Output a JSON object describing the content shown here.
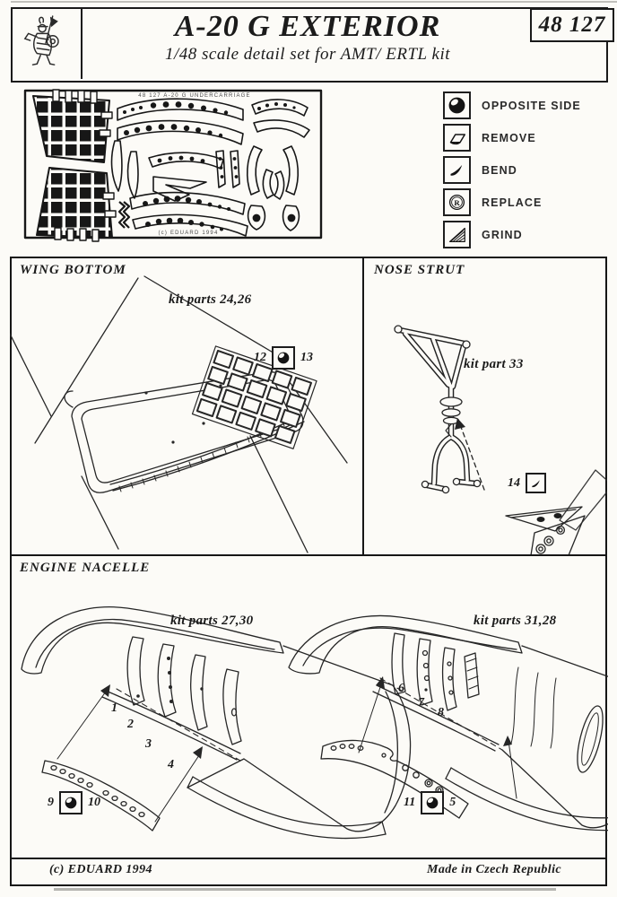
{
  "header": {
    "title": "A-20 G EXTERIOR",
    "subtitle": "1/48 scale detail set for AMT/ ERTL kit",
    "set_number": "48 127",
    "logo": "eduard-knight-logo"
  },
  "fret": {
    "etched_top": "48 127  A-20 G  UNDERCARRIAGE",
    "etched_bottom": "(c) EDUARD 1994"
  },
  "legend": {
    "items": [
      {
        "icon": "opposite-side-icon",
        "label": "OPPOSITE SIDE"
      },
      {
        "icon": "remove-icon",
        "label": "REMOVE"
      },
      {
        "icon": "bend-icon",
        "label": "BEND"
      },
      {
        "icon": "replace-icon",
        "label": "REPLACE"
      },
      {
        "icon": "grind-icon",
        "label": "GRIND"
      }
    ]
  },
  "sections": {
    "wing_bottom": {
      "title": "WING BOTTOM",
      "kit_parts": "kit parts 24,26",
      "part_left": "12",
      "part_right": "13",
      "marker_icon": "opposite-side-icon"
    },
    "nose_strut": {
      "title": "NOSE STRUT",
      "kit_part": "kit part 33",
      "part": "14",
      "marker_icon": "bend-icon"
    },
    "engine_nacelle": {
      "title": "ENGINE NACELLE",
      "left": {
        "kit_parts": "kit parts 27,30",
        "ribs": [
          "1",
          "2",
          "3",
          "4"
        ],
        "part_left": "9",
        "part_right": "10",
        "marker_icon": "opposite-side-icon"
      },
      "right": {
        "kit_parts": "kit parts 31,28",
        "ribs": [
          "6",
          "7",
          "8"
        ],
        "part_left": "11",
        "part_right": "5",
        "marker_icon": "opposite-side-icon"
      }
    }
  },
  "footer": {
    "copyright": "(c) EDUARD 1994",
    "made_in": "Made in Czech Republic"
  },
  "colors": {
    "ink": "#1b1b1b",
    "paper": "#fcfbf7"
  }
}
